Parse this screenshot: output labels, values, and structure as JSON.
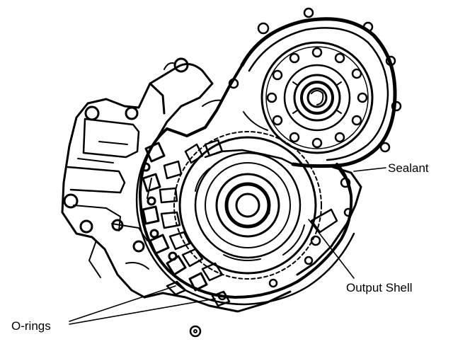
{
  "diagram": {
    "callouts": {
      "sealant": "Sealant",
      "output_shell": "Output Shell",
      "o_rings": "O-rings"
    }
  }
}
